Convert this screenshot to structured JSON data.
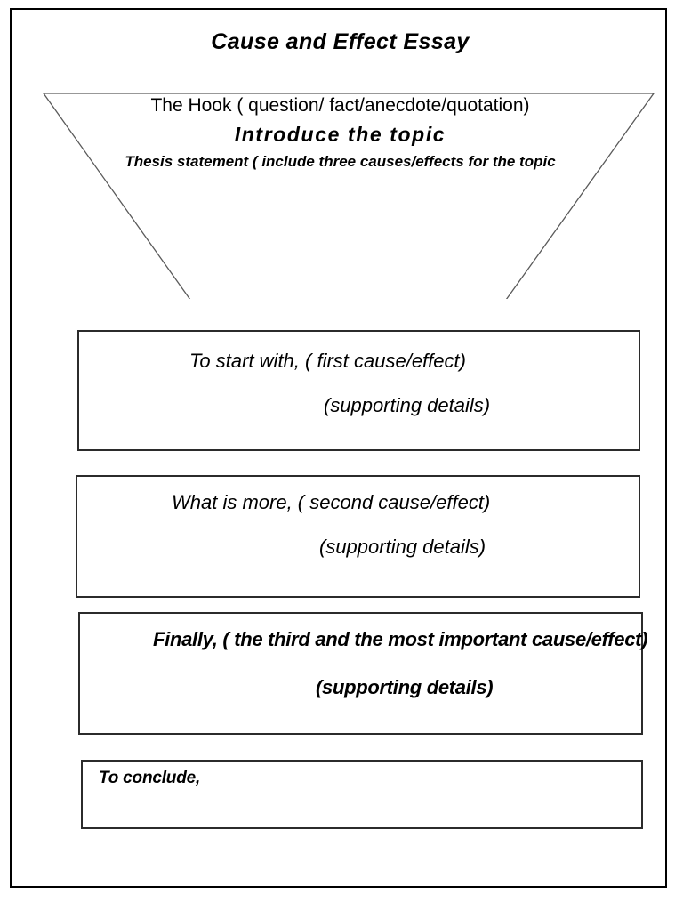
{
  "page": {
    "title": "Cause and Effect Essay",
    "border_color": "#000000",
    "background": "#ffffff"
  },
  "introduction": {
    "shape": "inverted-trapezoid",
    "outline_color": "#555555",
    "hook_line": "The Hook ( question/ fact/anecdote/quotation)",
    "topic_line": "Introduce the topic",
    "thesis_line": "Thesis statement ( include three causes/effects for the topic"
  },
  "body_paragraphs": [
    {
      "id": "first",
      "main_line": "To start with,  ( first cause/effect)",
      "details_line": "(supporting details)"
    },
    {
      "id": "second",
      "main_line": "What is more,  ( second cause/effect)",
      "details_line": "(supporting details)"
    },
    {
      "id": "third",
      "main_line": "Finally, ( the third and the most important cause/effect)",
      "details_line": "(supporting details)"
    }
  ],
  "conclusion": {
    "main_line": "To conclude,"
  }
}
